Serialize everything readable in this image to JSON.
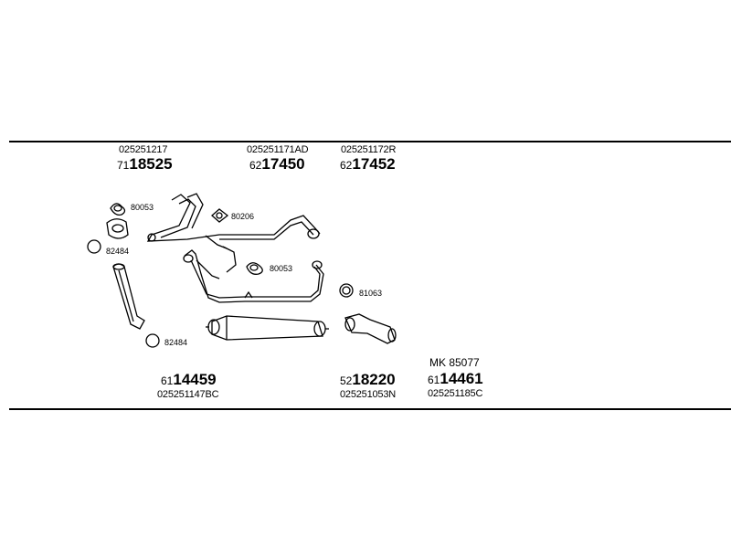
{
  "top_parts": [
    {
      "oe": "025251217",
      "prefix": "71",
      "number": "18525"
    },
    {
      "oe": "025251171AD",
      "prefix": "62",
      "number": "17450"
    },
    {
      "oe": "025251172R",
      "prefix": "62",
      "number": "17452"
    }
  ],
  "bottom_parts": [
    {
      "oe": "025251147BC",
      "prefix": "61",
      "number": "14459"
    },
    {
      "oe": "025251053N",
      "prefix": "52",
      "number": "18220"
    },
    {
      "oe": "025251185C",
      "prefix": "61",
      "number": "14461"
    }
  ],
  "mounting_kit": "MK 85077",
  "callouts": {
    "c1": "80053",
    "c2": "80206",
    "c3": "82484",
    "c4": "80053",
    "c5": "81063",
    "c6": "82484"
  }
}
